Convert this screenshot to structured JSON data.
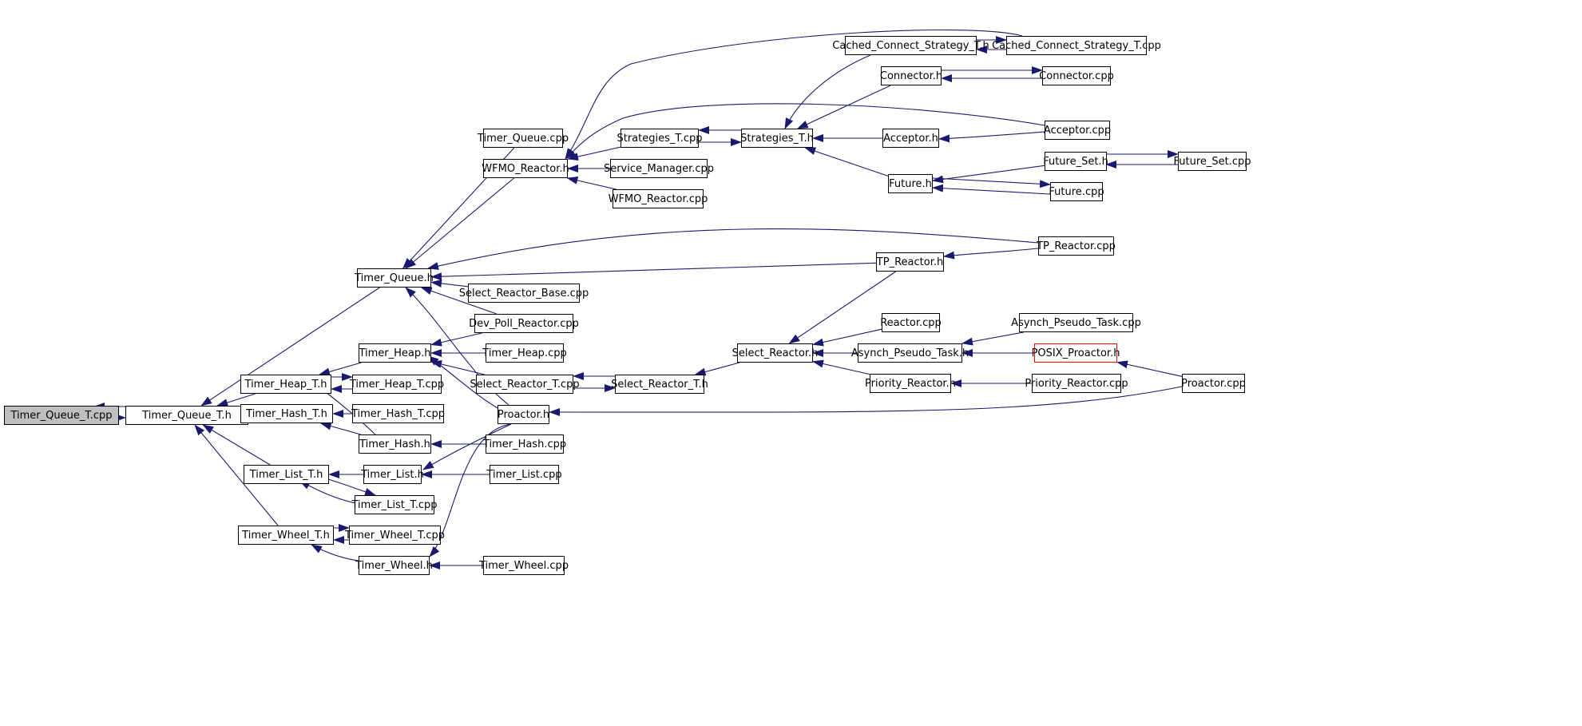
{
  "colors": {
    "edge": "#191970",
    "root_fill": "#bfbfbf",
    "highlight_border": "#ff0000"
  },
  "nodes": [
    {
      "id": "tqtcpp",
      "label": "Timer_Queue_T.cpp",
      "style": "root"
    },
    {
      "id": "tqth",
      "label": "Timer_Queue_T.h"
    },
    {
      "id": "theapth",
      "label": "Timer_Heap_T.h"
    },
    {
      "id": "thashth",
      "label": "Timer_Hash_T.h"
    },
    {
      "id": "tlistth",
      "label": "Timer_List_T.h"
    },
    {
      "id": "twheelth",
      "label": "Timer_Wheel_T.h"
    },
    {
      "id": "tqh",
      "label": "Timer_Queue.h"
    },
    {
      "id": "theaph",
      "label": "Timer_Heap.h"
    },
    {
      "id": "theaptcpp",
      "label": "Timer_Heap_T.cpp"
    },
    {
      "id": "thashtcpp",
      "label": "Timer_Hash_T.cpp"
    },
    {
      "id": "thashh",
      "label": "Timer_Hash.h"
    },
    {
      "id": "tlisth",
      "label": "Timer_List.h"
    },
    {
      "id": "tlisttcpp",
      "label": "Timer_List_T.cpp"
    },
    {
      "id": "twheeltcpp",
      "label": "Timer_Wheel_T.cpp"
    },
    {
      "id": "twheelh",
      "label": "Timer_Wheel.h"
    },
    {
      "id": "tqcpp",
      "label": "Timer_Queue.cpp"
    },
    {
      "id": "wfmoh",
      "label": "WFMO_Reactor.h"
    },
    {
      "id": "stratcpp",
      "label": "Strategies_T.cpp"
    },
    {
      "id": "svcmgr",
      "label": "Service_Manager.cpp"
    },
    {
      "id": "wfmocpp",
      "label": "WFMO_Reactor.cpp"
    },
    {
      "id": "srbase",
      "label": "Select_Reactor_Base.cpp"
    },
    {
      "id": "devpoll",
      "label": "Dev_Poll_Reactor.cpp"
    },
    {
      "id": "theapcpp",
      "label": "Timer_Heap.cpp"
    },
    {
      "id": "srtcpp",
      "label": "Select_Reactor_T.cpp"
    },
    {
      "id": "proh",
      "label": "Proactor.h"
    },
    {
      "id": "thashcpp",
      "label": "Timer_Hash.cpp"
    },
    {
      "id": "tlistcpp",
      "label": "Timer_List.cpp"
    },
    {
      "id": "twheelcpp",
      "label": "Timer_Wheel.cpp"
    },
    {
      "id": "strath",
      "label": "Strategies_T.h"
    },
    {
      "id": "srth",
      "label": "Select_Reactor_T.h"
    },
    {
      "id": "srh",
      "label": "Select_Reactor.h"
    },
    {
      "id": "ccsth",
      "label": "Cached_Connect_Strategy_T.h"
    },
    {
      "id": "connh",
      "label": "Connector.h"
    },
    {
      "id": "acch",
      "label": "Acceptor.h"
    },
    {
      "id": "futh",
      "label": "Future.h"
    },
    {
      "id": "tpreh",
      "label": "TP_Reactor.h"
    },
    {
      "id": "reactcpp",
      "label": "Reactor.cpp"
    },
    {
      "id": "apth",
      "label": "Asynch_Pseudo_Task.h"
    },
    {
      "id": "prih",
      "label": "Priority_Reactor.h"
    },
    {
      "id": "ccstcpp",
      "label": "Cached_Connect_Strategy_T.cpp"
    },
    {
      "id": "conncpp",
      "label": "Connector.cpp"
    },
    {
      "id": "acccpp",
      "label": "Acceptor.cpp"
    },
    {
      "id": "fsh",
      "label": "Future_Set.h"
    },
    {
      "id": "futcpp",
      "label": "Future.cpp"
    },
    {
      "id": "tprecpp",
      "label": "TP_Reactor.cpp"
    },
    {
      "id": "aptcpp",
      "label": "Asynch_Pseudo_Task.cpp"
    },
    {
      "id": "posixh",
      "label": "POSIX_Proactor.h",
      "style": "red"
    },
    {
      "id": "pricpp",
      "label": "Priority_Reactor.cpp"
    },
    {
      "id": "fscpp",
      "label": "Future_Set.cpp"
    },
    {
      "id": "procpp",
      "label": "Proactor.cpp"
    }
  ],
  "edges": [
    [
      "tqth",
      "tqtcpp"
    ],
    [
      "tqtcpp",
      "tqth"
    ],
    [
      "theapth",
      "tqth"
    ],
    [
      "thashth",
      "tqth"
    ],
    [
      "tlistth",
      "tqth"
    ],
    [
      "twheelth",
      "tqth"
    ],
    [
      "tqh",
      "tqth"
    ],
    [
      "theaptcpp",
      "theapth"
    ],
    [
      "theapth",
      "theaptcpp"
    ],
    [
      "theaph",
      "theapth"
    ],
    [
      "thashh",
      "theapth"
    ],
    [
      "thashtcpp",
      "thashth"
    ],
    [
      "thashh",
      "thashth"
    ],
    [
      "tlisth",
      "tlistth"
    ],
    [
      "tlisttcpp",
      "tlistth"
    ],
    [
      "tlistth",
      "tlisttcpp"
    ],
    [
      "twheeltcpp",
      "twheelth"
    ],
    [
      "twheelth",
      "twheeltcpp"
    ],
    [
      "twheelh",
      "twheelth"
    ],
    [
      "tqcpp",
      "tqh"
    ],
    [
      "wfmoh",
      "tqh"
    ],
    [
      "tprecpp",
      "tqh"
    ],
    [
      "tpreh",
      "tqh"
    ],
    [
      "srbase",
      "tqh"
    ],
    [
      "devpoll",
      "tqh"
    ],
    [
      "proh",
      "tqh"
    ],
    [
      "stratcpp",
      "wfmoh"
    ],
    [
      "svcmgr",
      "wfmoh"
    ],
    [
      "wfmocpp",
      "wfmoh"
    ],
    [
      "ccstcpp",
      "wfmoh"
    ],
    [
      "acccpp",
      "wfmoh"
    ],
    [
      "devpoll",
      "theaph"
    ],
    [
      "theapcpp",
      "theaph"
    ],
    [
      "srtcpp",
      "theaph"
    ],
    [
      "proh",
      "theaph"
    ],
    [
      "thashcpp",
      "thashh"
    ],
    [
      "tlistcpp",
      "tlisth"
    ],
    [
      "proh",
      "tlisth"
    ],
    [
      "twheelcpp",
      "twheelh"
    ],
    [
      "proh",
      "twheelh"
    ],
    [
      "strath",
      "stratcpp"
    ],
    [
      "stratcpp",
      "strath"
    ],
    [
      "ccsth",
      "strath"
    ],
    [
      "connh",
      "strath"
    ],
    [
      "acch",
      "strath"
    ],
    [
      "futh",
      "strath"
    ],
    [
      "ccstcpp",
      "ccsth"
    ],
    [
      "ccsth",
      "ccstcpp"
    ],
    [
      "conncpp",
      "connh"
    ],
    [
      "connh",
      "conncpp"
    ],
    [
      "acccpp",
      "acch"
    ],
    [
      "fsh",
      "futh"
    ],
    [
      "futcpp",
      "futh"
    ],
    [
      "futh",
      "futcpp"
    ],
    [
      "fscpp",
      "fsh"
    ],
    [
      "fsh",
      "fscpp"
    ],
    [
      "srth",
      "srtcpp"
    ],
    [
      "srtcpp",
      "srth"
    ],
    [
      "srh",
      "srth"
    ],
    [
      "tpreh",
      "srh"
    ],
    [
      "reactcpp",
      "srh"
    ],
    [
      "apth",
      "srh"
    ],
    [
      "prih",
      "srh"
    ],
    [
      "tprecpp",
      "tpreh"
    ],
    [
      "aptcpp",
      "apth"
    ],
    [
      "posixh",
      "apth"
    ],
    [
      "procpp",
      "posixh"
    ],
    [
      "pricpp",
      "prih"
    ],
    [
      "procpp",
      "proh"
    ]
  ]
}
